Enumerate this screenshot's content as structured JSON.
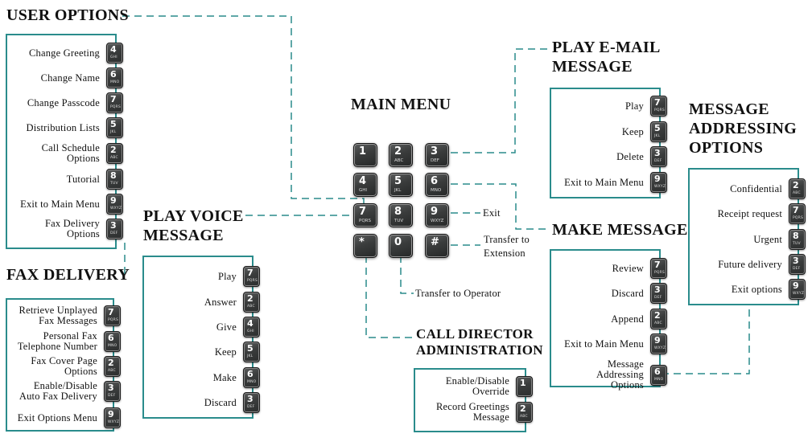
{
  "colors": {
    "accent": "#2a8c8c",
    "key_bg": "#3a3c3c",
    "text": "#111111"
  },
  "main_menu": {
    "title": "MAIN MENU",
    "keys": [
      {
        "num": "1",
        "sub": ""
      },
      {
        "num": "2",
        "sub": "ABC"
      },
      {
        "num": "3",
        "sub": "DEF"
      },
      {
        "num": "4",
        "sub": "GHI"
      },
      {
        "num": "5",
        "sub": "JKL"
      },
      {
        "num": "6",
        "sub": "MNO"
      },
      {
        "num": "7",
        "sub": "PQRS"
      },
      {
        "num": "8",
        "sub": "TUV"
      },
      {
        "num": "9",
        "sub": "WXYZ"
      },
      {
        "num": "*",
        "sub": ""
      },
      {
        "num": "0",
        "sub": ""
      },
      {
        "num": "#",
        "sub": ""
      }
    ],
    "notes": {
      "exit": "Exit",
      "transfer_ext_1": "Transfer to",
      "transfer_ext_2": "Extension",
      "transfer_op": "Transfer to Operator"
    }
  },
  "user_options": {
    "title": "USER OPTIONS",
    "items": [
      {
        "label": [
          "Change Greeting"
        ],
        "num": "4",
        "sub": "GHI"
      },
      {
        "label": [
          "Change Name"
        ],
        "num": "6",
        "sub": "MNO"
      },
      {
        "label": [
          "Change Passcode"
        ],
        "num": "7",
        "sub": "PQRS"
      },
      {
        "label": [
          "Distribution Lists"
        ],
        "num": "5",
        "sub": "JKL"
      },
      {
        "label": [
          "Call Schedule",
          "Options"
        ],
        "num": "2",
        "sub": "ABC"
      },
      {
        "label": [
          "Tutorial"
        ],
        "num": "8",
        "sub": "TUV"
      },
      {
        "label": [
          "Exit to Main Menu"
        ],
        "num": "9",
        "sub": "WXYZ"
      },
      {
        "label": [
          "Fax Delivery",
          "Options"
        ],
        "num": "3",
        "sub": "DEF"
      }
    ]
  },
  "fax_delivery": {
    "title": "FAX DELIVERY",
    "items": [
      {
        "label": [
          "Retrieve Unplayed",
          "Fax Messages"
        ],
        "num": "7",
        "sub": "PQRS"
      },
      {
        "label": [
          "Personal Fax",
          "Telephone Number"
        ],
        "num": "6",
        "sub": "MNO"
      },
      {
        "label": [
          "Fax Cover Page",
          "Options"
        ],
        "num": "2",
        "sub": "ABC"
      },
      {
        "label": [
          "Enable/Disable",
          "Auto Fax Delivery"
        ],
        "num": "3",
        "sub": "DEF"
      },
      {
        "label": [
          "Exit Options Menu"
        ],
        "num": "9",
        "sub": "WXYZ"
      }
    ]
  },
  "play_voice": {
    "title_1": "PLAY VOICE",
    "title_2": "MESSAGE",
    "items": [
      {
        "label": [
          "Play"
        ],
        "num": "7",
        "sub": "PQRS"
      },
      {
        "label": [
          "Answer"
        ],
        "num": "2",
        "sub": "ABC"
      },
      {
        "label": [
          "Give"
        ],
        "num": "4",
        "sub": "GHI"
      },
      {
        "label": [
          "Keep"
        ],
        "num": "5",
        "sub": "JKL"
      },
      {
        "label": [
          "Make"
        ],
        "num": "6",
        "sub": "MNO"
      },
      {
        "label": [
          "Discard"
        ],
        "num": "3",
        "sub": "DEF"
      }
    ]
  },
  "play_email": {
    "title_1": "PLAY E-MAIL",
    "title_2": "MESSAGE",
    "items": [
      {
        "label": [
          "Play"
        ],
        "num": "7",
        "sub": "PQRS"
      },
      {
        "label": [
          "Keep"
        ],
        "num": "5",
        "sub": "JKL"
      },
      {
        "label": [
          "Delete"
        ],
        "num": "3",
        "sub": "DEF"
      },
      {
        "label": [
          "Exit to Main Menu"
        ],
        "num": "9",
        "sub": "WXYZ"
      }
    ]
  },
  "msg_addressing": {
    "title_1": "MESSAGE",
    "title_2": "ADDRESSING",
    "title_3": "OPTIONS",
    "items": [
      {
        "label": [
          "Confidential"
        ],
        "num": "2",
        "sub": "ABC"
      },
      {
        "label": [
          "Receipt request"
        ],
        "num": "7",
        "sub": "PQRS"
      },
      {
        "label": [
          "Urgent"
        ],
        "num": "8",
        "sub": "TUV"
      },
      {
        "label": [
          "Future delivery"
        ],
        "num": "3",
        "sub": "DEF"
      },
      {
        "label": [
          "Exit options"
        ],
        "num": "9",
        "sub": "WXYZ"
      }
    ]
  },
  "make_message": {
    "title": "MAKE MESSAGE",
    "items": [
      {
        "label": [
          "Review"
        ],
        "num": "7",
        "sub": "PQRS"
      },
      {
        "label": [
          "Discard"
        ],
        "num": "3",
        "sub": "DEF"
      },
      {
        "label": [
          "Append"
        ],
        "num": "2",
        "sub": "ABC"
      },
      {
        "label": [
          "Exit to Main Menu"
        ],
        "num": "9",
        "sub": "WXYZ"
      },
      {
        "label": [
          "Message",
          "Addressing",
          "Options"
        ],
        "num": "6",
        "sub": "MNO"
      }
    ]
  },
  "call_director": {
    "title_1": "CALL DIRECTOR",
    "title_2": "ADMINISTRATION",
    "items": [
      {
        "label": [
          "Enable/Disable",
          "Override"
        ],
        "num": "1",
        "sub": ""
      },
      {
        "label": [
          "Record Greetings",
          "Message"
        ],
        "num": "2",
        "sub": "ABC"
      }
    ]
  }
}
